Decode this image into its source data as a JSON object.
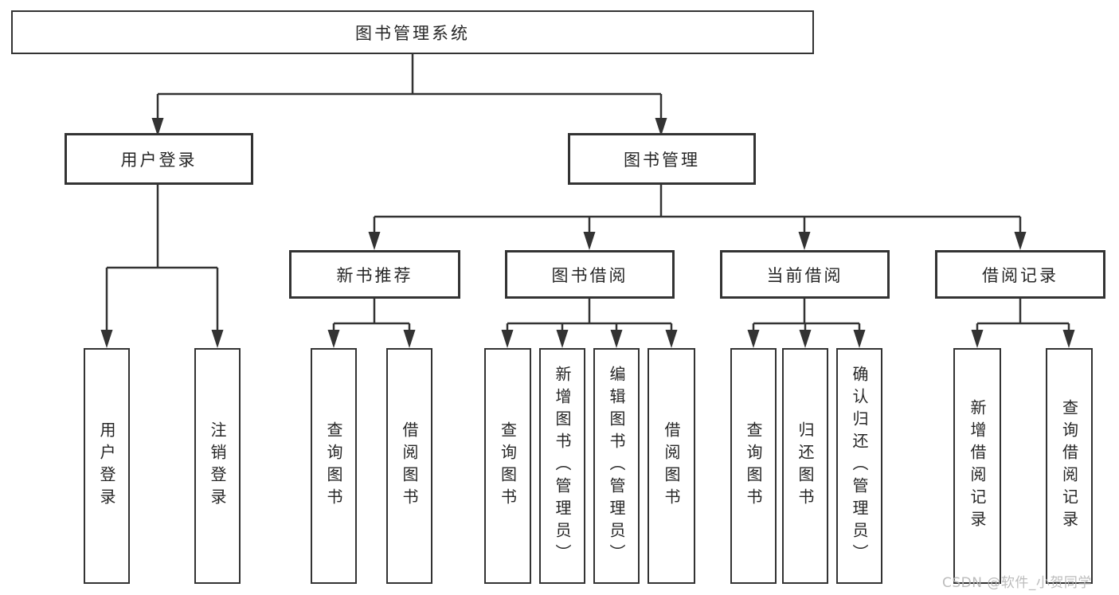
{
  "diagram": {
    "type": "hierarchy-tree",
    "root": {
      "label": "图书管理系统"
    },
    "branches": [
      {
        "label": "用户登录",
        "children": [
          {
            "label": "用户登录"
          },
          {
            "label": "注销登录"
          }
        ]
      },
      {
        "label": "图书管理",
        "children": [
          {
            "label": "新书推荐",
            "children": [
              {
                "label": "查询图书"
              },
              {
                "label": "借阅图书"
              }
            ]
          },
          {
            "label": "图书借阅",
            "children": [
              {
                "label": "查询图书"
              },
              {
                "label": "新增图书（管理员）"
              },
              {
                "label": "编辑图书（管理员）"
              },
              {
                "label": "借阅图书"
              }
            ]
          },
          {
            "label": "当前借阅",
            "children": [
              {
                "label": "查询图书"
              },
              {
                "label": "归还图书"
              },
              {
                "label": "确认归还（管理员）"
              }
            ]
          },
          {
            "label": "借阅记录",
            "children": [
              {
                "label": "新增借阅记录"
              },
              {
                "label": "查询借阅记录"
              }
            ]
          }
        ]
      }
    ],
    "watermark": "CSDN @软件_小贺同学",
    "colors": {
      "line": "#333333",
      "text": "#262626",
      "bg": "#ffffff",
      "watermark": "#b5b5b5"
    }
  }
}
